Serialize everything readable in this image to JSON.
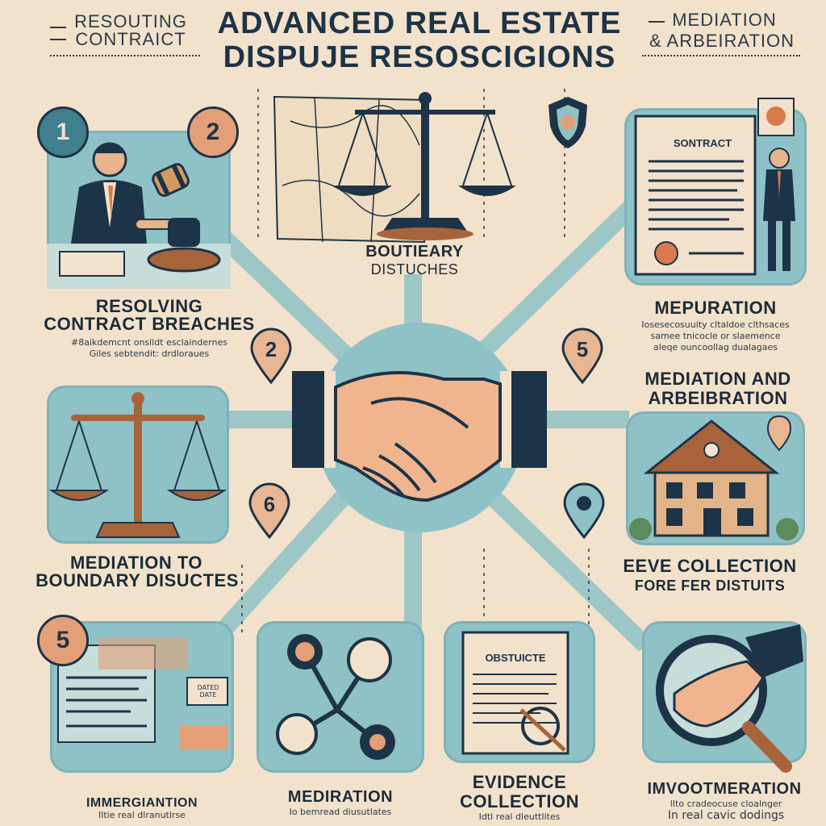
{
  "header": {
    "title_line1": "ADVANCED REAL ESTATE",
    "title_line2": "DISPUJE RESOSCIGIONS",
    "left_line1": "RESOUTING",
    "left_line2": "CONTRAICT",
    "right_line1": "MEDIATION",
    "right_line2": "& ARBEIRATION"
  },
  "badges": {
    "top_left_1": "1",
    "top_left_2": "2",
    "pin_left_a": "2",
    "pin_right_a": "5",
    "pin_left_b": "6",
    "bottom_left": "5"
  },
  "sections": {
    "contract_breaches": {
      "title_line1": "RESOLVING",
      "title_line2": "CONTRACT BREACHES",
      "sub_line1": "#8aikdemcnt onslldt esclaindernes",
      "sub_line2": "Giles sebtendit: drdloraues"
    },
    "boundary_top": {
      "title_line1": "BOUTIEARY",
      "title_line2": "DISTUCHES"
    },
    "meduration": {
      "title": "MEPURATION",
      "sub_line1": "Iosesecosuuity cltaldoe clthsaces",
      "sub_line2": "samee tnicocle or slaemence",
      "sub_line3": "aleqe ouncoollag dualagaes"
    },
    "mediation_arbitration": {
      "title_line1": "MEDIATION AND",
      "title_line2": "ARBEIBRATION"
    },
    "mediation_boundary": {
      "title_line1": "MEDIATION TO",
      "title_line2": "BOUNDARY DISUCTES"
    },
    "evidence_right": {
      "title_line1": "EEVE COLLECTION",
      "title_line2": "FORE FER DISTUITS"
    },
    "bottom_1": {
      "title": "IMMERGIANTION",
      "sub": "Iltie real dlranutlrse"
    },
    "bottom_2": {
      "title": "MEDIRATION",
      "sub": "Io bemread diusutlates"
    },
    "bottom_3": {
      "title_line1": "EVIDENCE",
      "title_line2": "COLLECTION",
      "sub": "Idtl real dleuttlites"
    },
    "bottom_4": {
      "title": "IMVOOTMERATION",
      "sub_line1": "lIto cradeocuse cloalnger",
      "sub_line2": "In real cavic dodings"
    }
  },
  "doc_labels": {
    "contract": "SONTRACT",
    "obsticte": "OBSTUICTE",
    "dated": "DATED\nDATE"
  },
  "colors": {
    "background": "#f3e2cb",
    "panel": "#8fc2c6",
    "navy": "#1d3347",
    "accent": "#e3a078"
  }
}
